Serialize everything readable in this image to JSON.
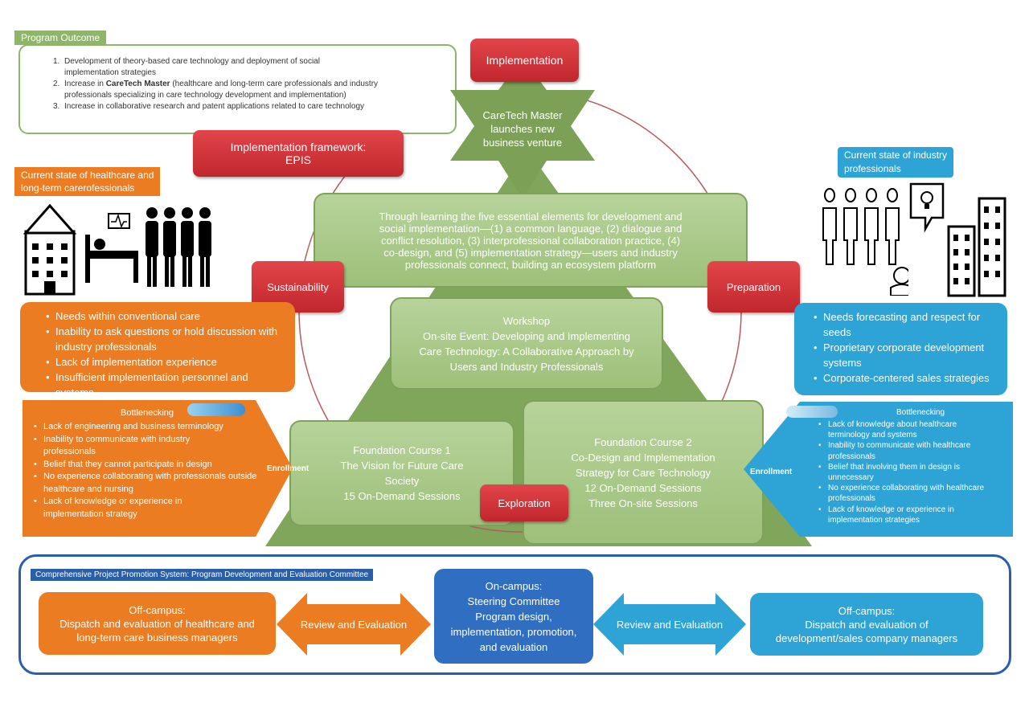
{
  "program_outcome": {
    "tag": "Program Outcome",
    "items": [
      {
        "num": "1.",
        "lines": [
          "Development of theory-based care technology and deployment of social",
          "implementation strategies"
        ]
      },
      {
        "num": "2.",
        "pre": "Increase in ",
        "bold": "CareTech Master",
        "post": " (healthcare and long-term care professionals and industry",
        "line2": "professionals specializing in care technology development and implementation)"
      },
      {
        "num": "3.",
        "lines": [
          "Increase in collaborative research and patent applications related to care technology"
        ]
      }
    ]
  },
  "implementation_label": "Implementation",
  "star_text": [
    "CareTech Master",
    "launches new",
    "business venture"
  ],
  "framework_label": [
    "Implementation framework:",
    "EPIS"
  ],
  "sustainability_label": "Sustainability",
  "preparation_label": "Preparation",
  "exploration_label": "Exploration",
  "top_block_text": [
    "Through learning the five essential elements for development and",
    "social implementation—(1) a common language, (2) dialogue and",
    "conflict resolution, (3) interprofessional collaboration practice, (4)",
    "co-design, and (5) implementation strategy—users and industry",
    "professionals connect, building an ecosystem platform"
  ],
  "workshop_text": [
    "Workshop",
    "On-site Event: Developing and Implementing",
    "Care Technology: A Collaborative Approach by",
    "Users and Industry Professionals"
  ],
  "course1_text": [
    "Foundation Course 1",
    "The Vision for Future Care",
    "Society",
    "15 On-Demand Sessions"
  ],
  "course2_text": [
    "Foundation Course 2",
    "Co-Design and Implementation",
    "Strategy for Care Technology",
    "12 On-Demand Sessions",
    "Three On-site Sessions"
  ],
  "left": {
    "tag": [
      "Current state of healthcare and",
      "long-term carerofessionals"
    ],
    "needs": [
      "Needs within conventional care",
      "Inability to ask questions or hold discussion with industry professionals",
      "Lack of implementation experience",
      "Insufficient implementation personnel and systems"
    ],
    "bottleneck_title": "Bottlenecking",
    "bottlenecks": [
      "Lack of engineering and business terminology",
      "Inability to communicate with industry professionals",
      "Belief that they cannot participate in design",
      "No experience collaborating with professionals outside healthcare and nursing",
      "Lack of knowledge or experience in implementation strategy"
    ],
    "enrollment": "Enrollment"
  },
  "right": {
    "tag": [
      "Current state of industry",
      "professionals"
    ],
    "needs": [
      "Needs forecasting and respect for seeds",
      "Proprietary corporate development systems",
      "Corporate-centered sales strategies"
    ],
    "bottleneck_title": "Bottlenecking",
    "bottlenecks": [
      "Lack of knowledge about healthcare terminology and systems",
      "Inability to communicate with healthcare professionals",
      "Belief that involving them in design is unnecessary",
      "No experience collaborating with healthcare professionals",
      "Lack of knowledge or experience in implementation strategies"
    ],
    "enrollment": "Enrollment"
  },
  "bottom": {
    "tag": "Comprehensive Project Promotion System: Program Development and Evaluation Committee",
    "left_box": [
      "Off-campus:",
      "Dispatch and evaluation of healthcare and",
      "long-term care business managers"
    ],
    "left_arrow": "Review and Evaluation",
    "center_box": [
      "On-campus:",
      "Steering Committee",
      "Program design,",
      "implementation, promotion,",
      "and evaluation"
    ],
    "right_arrow": "Review and Evaluation",
    "right_box": [
      "Off-campus:",
      "Dispatch and evaluation of",
      "development/sales company managers"
    ]
  },
  "colors": {
    "red": "#d1343a",
    "green": "#8fb56b",
    "orange": "#ec7c22",
    "blue": "#2ea3d6",
    "navy": "#2a5fa8"
  }
}
